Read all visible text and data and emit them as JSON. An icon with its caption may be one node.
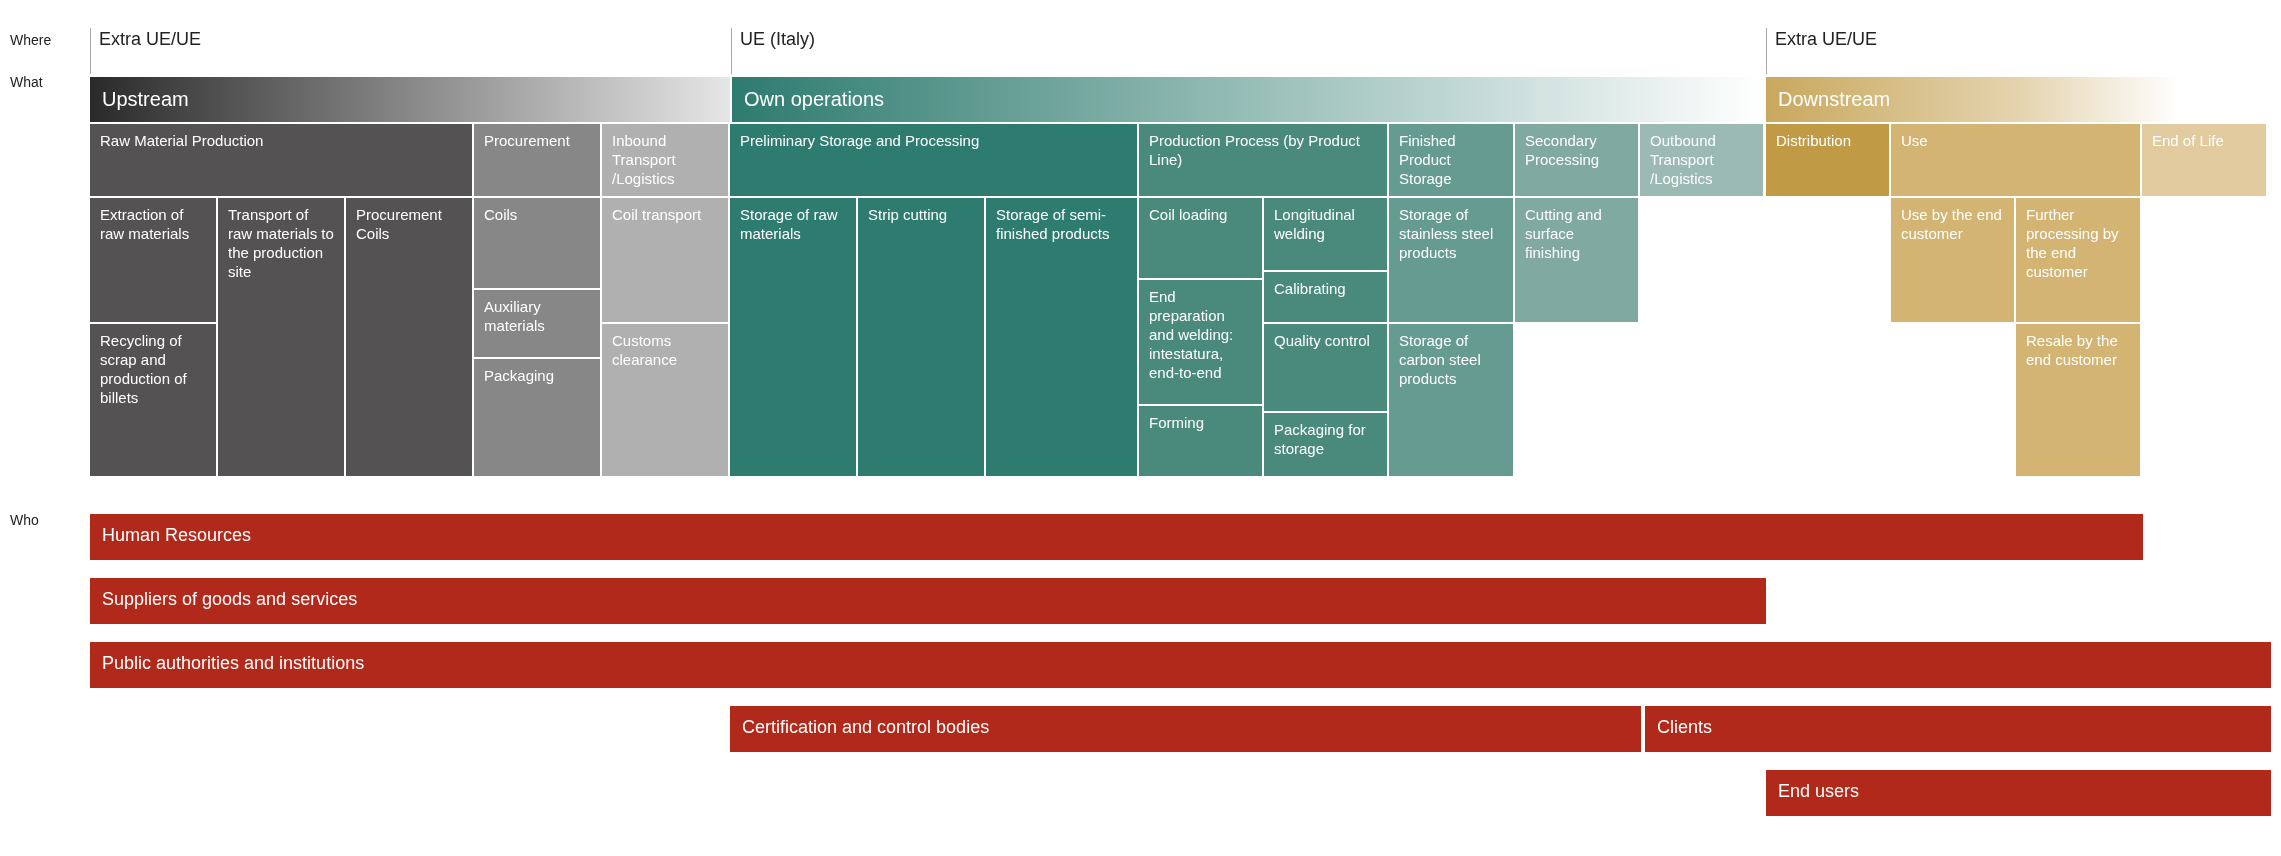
{
  "diagram": {
    "nodes": [
      {
        "text": [
          "Upstream"
        ]
      },
      {
        "text": [
          "Own operations"
        ]
      },
      {
        "text": [
          "Downstream"
        ]
      },
      {
        "text": [
          "Raw Material Production"
        ]
      },
      {
        "text": [
          "Procurement"
        ]
      },
      {
        "text": [
          "Inbound Transport /Logistics"
        ]
      },
      {
        "text": [
          "Preliminary Storage and Processing"
        ]
      },
      {
        "text": [
          "Production Process (by Product Line)"
        ]
      },
      {
        "text": [
          "Finished Product Storage"
        ]
      },
      {
        "text": [
          "Secondary Processing"
        ]
      },
      {
        "text": [
          "Outbound Transport /Logistics"
        ]
      },
      {
        "text": [
          "Distribution"
        ]
      },
      {
        "text": [
          "Use"
        ]
      },
      {
        "text": [
          "End of Life"
        ]
      },
      {
        "text": [
          "Extraction of raw materials"
        ]
      },
      {
        "text": [
          "Recycling of scrap and production of billets"
        ]
      },
      {
        "text": [
          "Transport of raw materials to the production site"
        ]
      },
      {
        "text": [
          "Procurement Coils"
        ]
      },
      {
        "text": [
          "Coils"
        ]
      },
      {
        "text": [
          "Auxiliary materials"
        ]
      },
      {
        "text": [
          "Packaging"
        ]
      },
      {
        "text": [
          "Coil transport"
        ]
      },
      {
        "text": [
          "Customs clearance"
        ]
      },
      {
        "text": [
          "Storage of raw materials"
        ]
      },
      {
        "text": [
          "Strip cutting"
        ]
      },
      {
        "text": [
          "Storage of semi-finished products"
        ]
      },
      {
        "text": [
          "Coil loading"
        ]
      },
      {
        "text": [
          "End preparation and welding: intestatura, end-to-end"
        ]
      },
      {
        "text": [
          "Forming"
        ]
      },
      {
        "text": [
          "Longitudinal welding"
        ]
      },
      {
        "text": [
          "Calibrating"
        ]
      },
      {
        "text": [
          "Quality control"
        ]
      },
      {
        "text": [
          "Packaging for storage"
        ]
      },
      {
        "text": [
          "Storage of stainless steel products"
        ]
      },
      {
        "text": [
          "Storage of carbon steel products"
        ]
      },
      {
        "text": [
          "Cutting and surface finishing"
        ]
      },
      {
        "text": [
          "Use by the end customer"
        ]
      },
      {
        "text": [
          "Further processing by the end customer"
        ]
      },
      {
        "text": [
          "Resale by the end customer"
        ]
      },
      {
        "text": [
          "Human Resources"
        ]
      },
      {
        "text": [
          "Suppliers of goods and services"
        ]
      },
      {
        "text": [
          "Public authorities and institutions"
        ]
      },
      {
        "text": [
          "Certification and control bodies"
        ]
      },
      {
        "text": [
          "Clients"
        ]
      },
      {
        "text": [
          "End users"
        ]
      }
    ],
    "labels": [
      "Where",
      "Extra UE/UE",
      "UE (Italy)",
      "Extra UE/UE",
      "What",
      "Who"
    ]
  }
}
